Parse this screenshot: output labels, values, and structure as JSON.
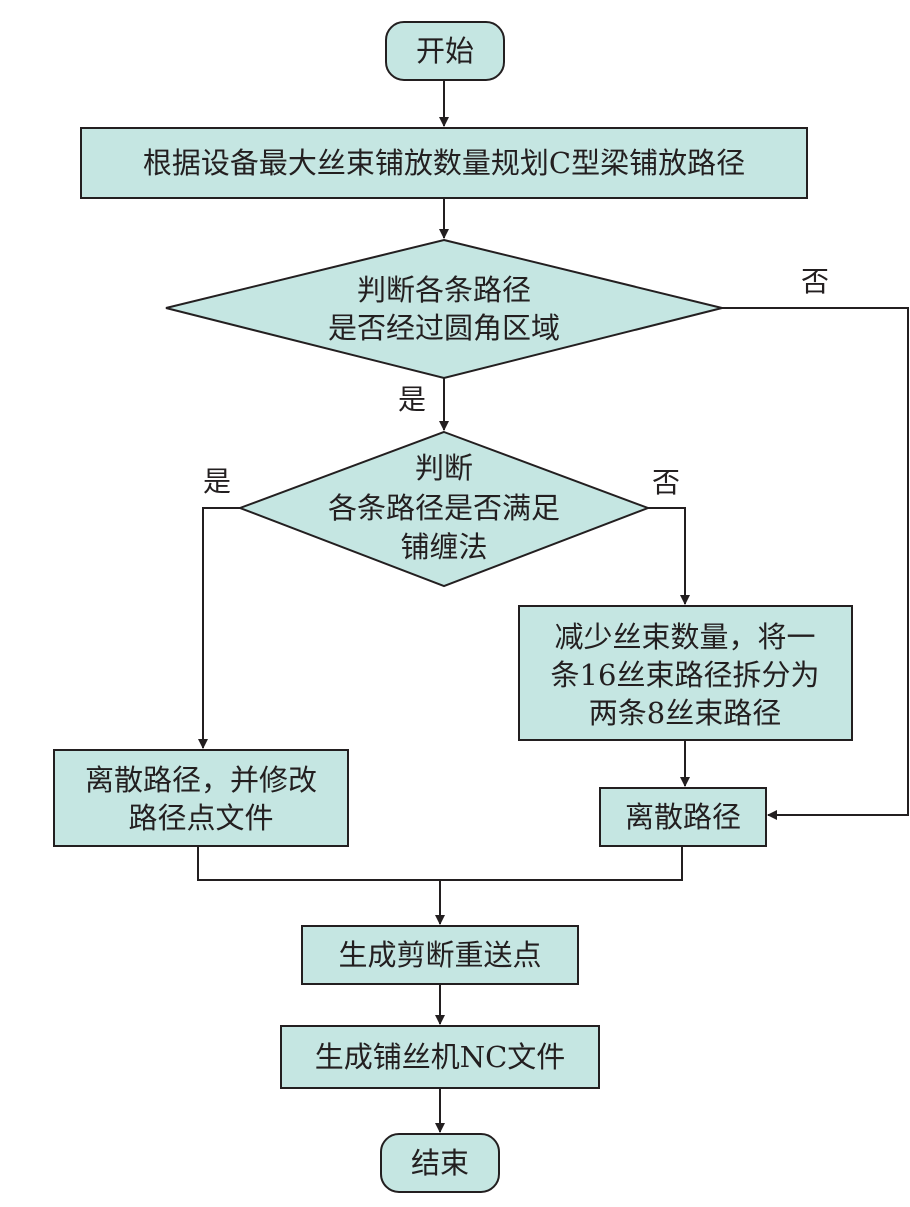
{
  "flowchart": {
    "start": "开始",
    "plan": "根据设备最大丝束铺放数量规划C型梁铺放路径",
    "decision1": [
      "判断各条路径",
      "是否经过圆角区域"
    ],
    "decision1_yes": "是",
    "decision1_no": "否",
    "decision2": [
      "判断",
      "各条路径是否满足",
      "铺缠法"
    ],
    "decision2_yes": "是",
    "decision2_no": "否",
    "reduce": [
      "减少丝束数量，将一",
      "条16丝束路径拆分为",
      "两条8丝束路径"
    ],
    "discretize_modify": [
      "离散路径，并修改",
      "路径点文件"
    ],
    "discretize": "离散路径",
    "generate_points": "生成剪断重送点",
    "generate_nc": "生成铺丝机NC文件",
    "end": "结束"
  }
}
